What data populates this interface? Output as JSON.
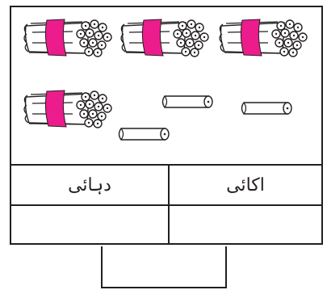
{
  "colors": {
    "line": "#231f20",
    "band": "#ec1c8c",
    "fill": "#ffffff"
  },
  "picture": {
    "bundles_of_ten": 4,
    "loose_sticks": 3
  },
  "table": {
    "headers": {
      "tens": "دہائی",
      "ones": "اکائی"
    },
    "tens_answer": "",
    "ones_answer": ""
  },
  "total_answer": ""
}
